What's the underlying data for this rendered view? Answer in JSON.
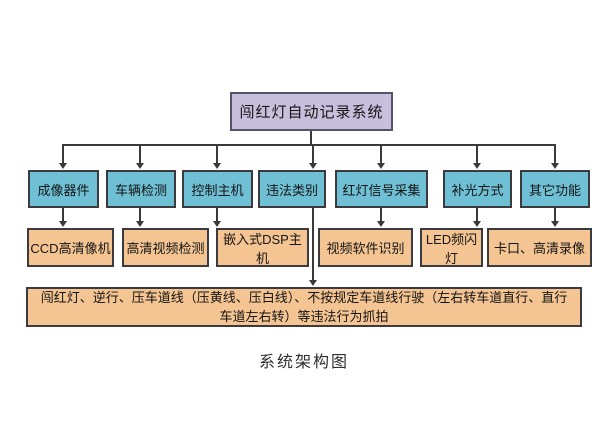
{
  "diagram": {
    "title": "闯红灯自动记录系统",
    "caption": "系统架构图",
    "level2": {
      "items": [
        {
          "label": "成像器件"
        },
        {
          "label": "车辆检测"
        },
        {
          "label": "控制主机"
        },
        {
          "label": "违法类别"
        },
        {
          "label": "红灯信号采集"
        },
        {
          "label": "补光方式"
        },
        {
          "label": "其它功能"
        }
      ]
    },
    "level3": {
      "items": [
        {
          "label": "CCD高清像机"
        },
        {
          "label": "高清视频检测"
        },
        {
          "label": "嵌入式DSP主机"
        },
        {
          "label": "视频软件识别"
        },
        {
          "label": "LED频闪灯"
        },
        {
          "label": "卡口、高清录像"
        }
      ]
    },
    "summary": "闯红灯、逆行、压车道线（压黄线、压白线）、不按规定车道线行驶（左右转车道直行、直行车道左右转）等违法行为抓拍"
  },
  "colors": {
    "root_fill": "#c7c0dc",
    "root_border": "#56526d",
    "level2_fill": "#6fc0d4",
    "level3_fill": "#f4c492",
    "box_border": "#3b3a3e",
    "connector": "#3a3a3a",
    "background": "#ffffff"
  }
}
